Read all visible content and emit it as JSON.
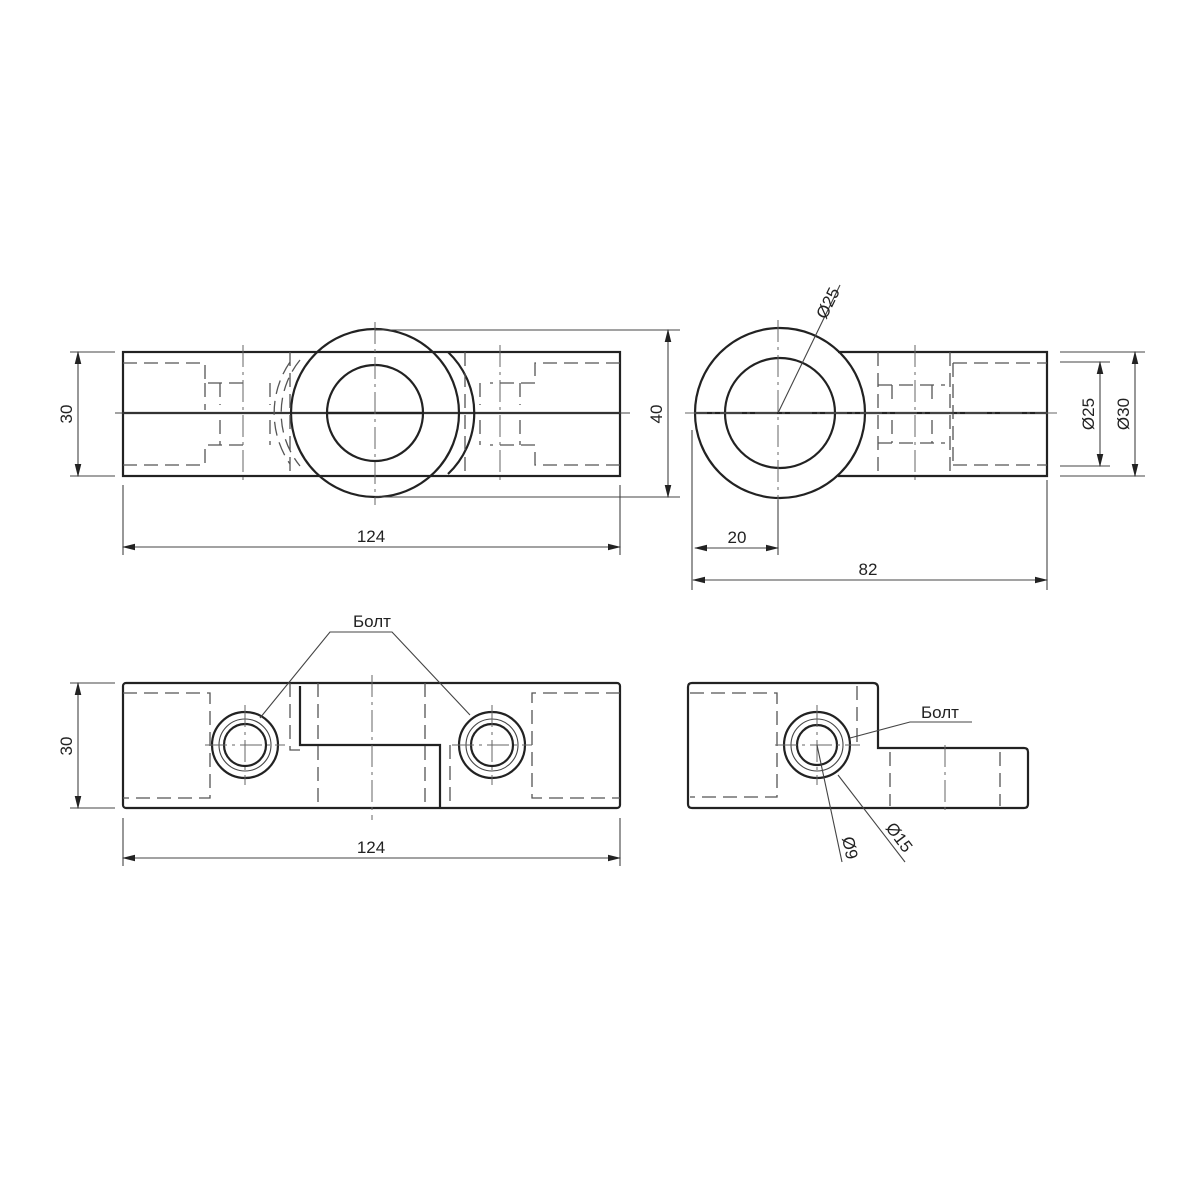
{
  "title": "Clamp bracket technical drawing",
  "top_left_view": {
    "height_dim": "30",
    "length_dim": "124",
    "diameter_height_dim": "40"
  },
  "top_right_view": {
    "hole_diameter": "Ø25",
    "offset_dim": "20",
    "length_dim": "82",
    "inner_dim": "Ø25",
    "outer_dim": "Ø30"
  },
  "bottom_left_view": {
    "height_dim": "30",
    "length_dim": "124",
    "bolt_label": "Болт"
  },
  "bottom_right_view": {
    "bolt_label": "Болт",
    "inner_hole": "Ø9",
    "outer_hole": "Ø15"
  }
}
